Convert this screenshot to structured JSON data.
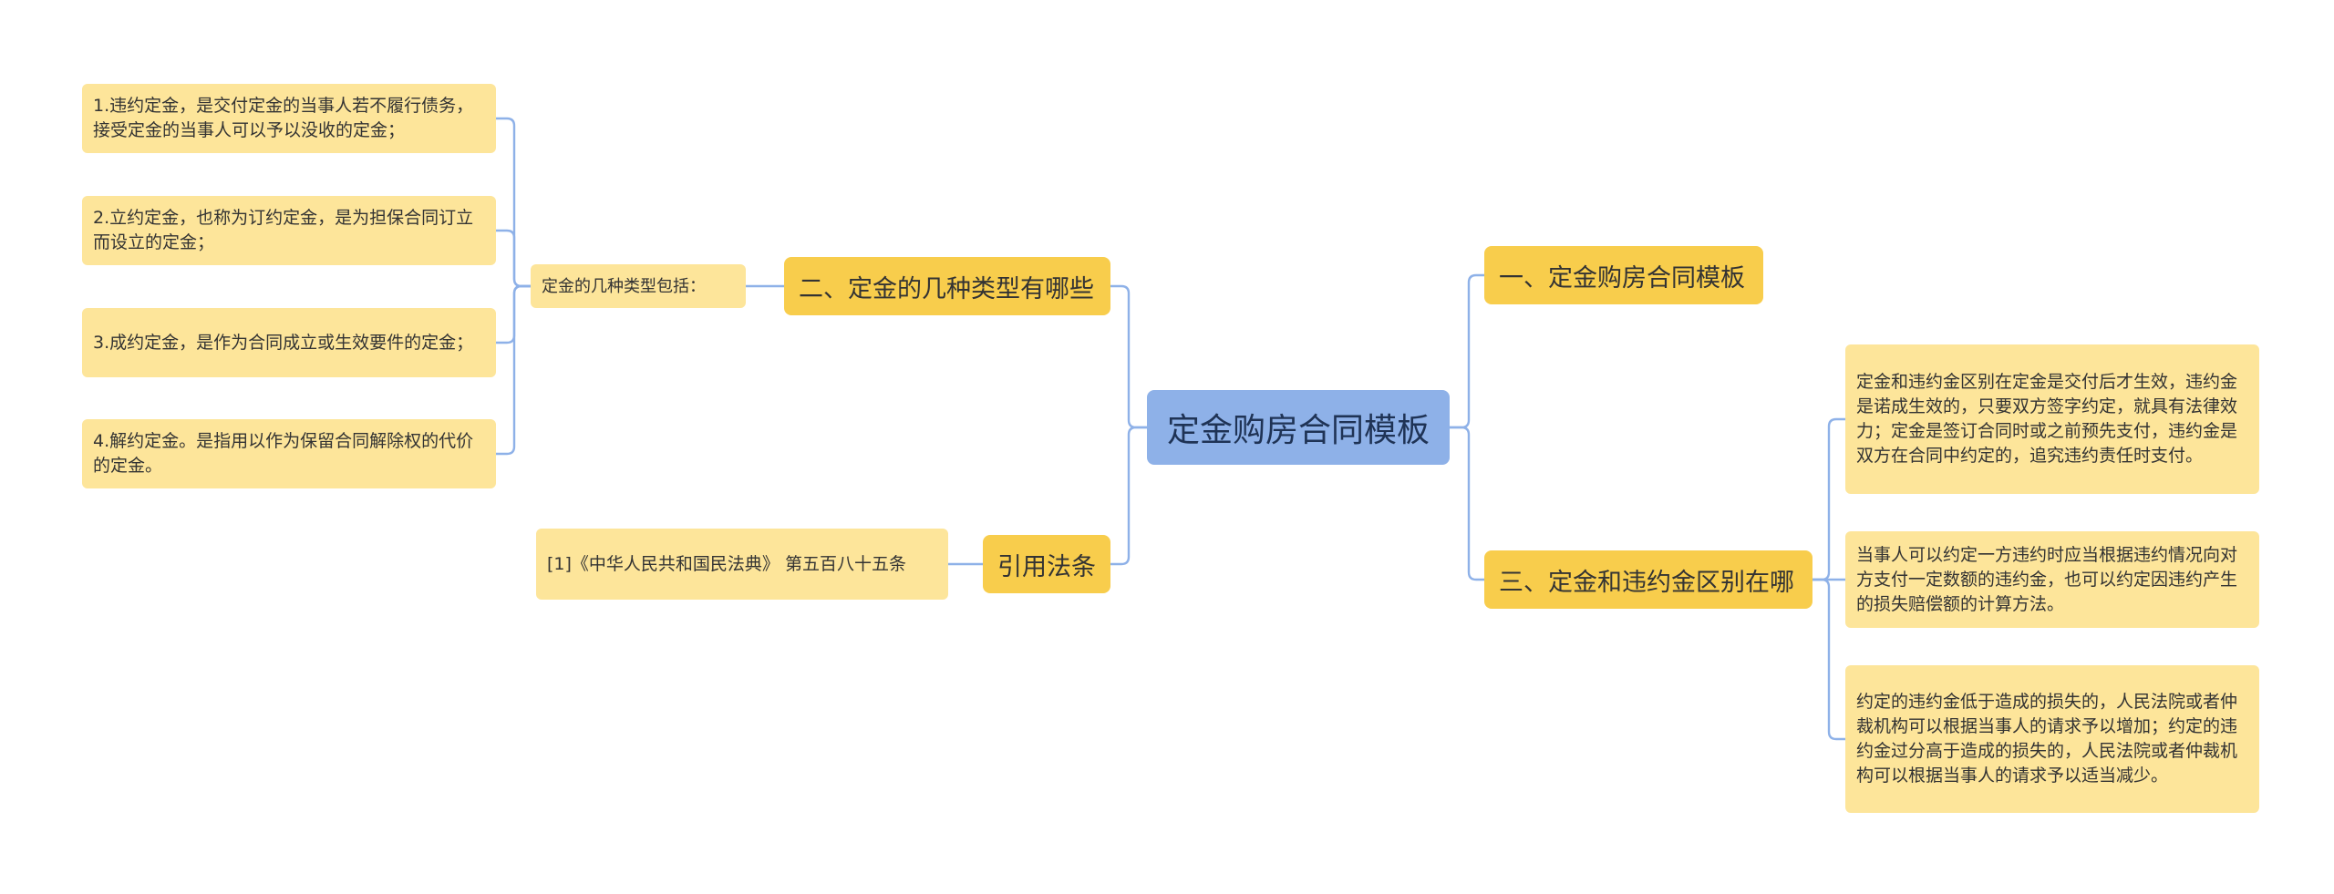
{
  "root": {
    "label": "定金购房合同模板"
  },
  "branches": {
    "b1": {
      "label": "一、定金购房合同模板"
    },
    "b2": {
      "label": "二、定金的几种类型有哪些"
    },
    "b3": {
      "label": "三、定金和违约金区别在哪"
    },
    "b4": {
      "label": "引用法条"
    }
  },
  "types": {
    "label": "定金的几种类型包括：",
    "items": [
      "1.违约定金，是交付定金的当事人若不履行债务，接受定金的当事人可以予以没收的定金；",
      "2.立约定金，也称为订约定金，是为担保合同订立而设立的定金；",
      "3.成约定金，是作为合同成立或生效要件的定金；",
      "4.解约定金。是指用以作为保留合同解除权的代价的定金。"
    ]
  },
  "law": {
    "text": "[1]《中华人民共和国民法典》 第五百八十五条"
  },
  "difference": {
    "items": [
      "定金和违约金区别在定金是交付后才生效，违约金是诺成生效的，只要双方签字约定，就具有法律效力；定金是签订合同时或之前预先支付，违约金是双方在合同中约定的，追究违约责任时支付。",
      "当事人可以约定一方违约时应当根据违约情况向对方支付一定数额的违约金，也可以约定因违约产生的损失赔偿额的计算方法。",
      "约定的违约金低于造成的损失的，人民法院或者仲裁机构可以根据当事人的请求予以增加；约定的违约金过分高于造成的损失的，人民法院或者仲裁机构可以根据当事人的请求予以适当减少。"
    ]
  },
  "colors": {
    "root_fill": "#8eb1e8",
    "branch_fill": "#f8cd4c",
    "leaf_fill": "#fde59a",
    "connector": "#8eb1e8"
  }
}
